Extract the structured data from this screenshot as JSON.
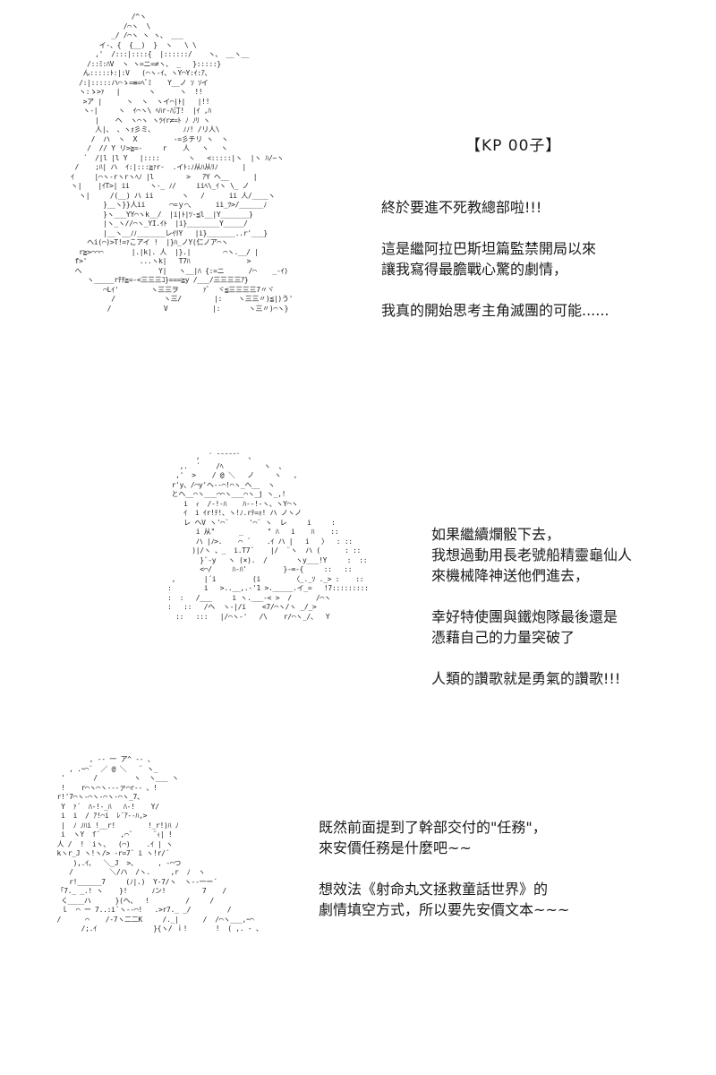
{
  "panel1": {
    "title": "【KP 00子】",
    "lines": [
      "終於要進不死教總部啦!!!",
      "這是繼阿拉巴斯坦篇監禁開局以來",
      "讓我寫得最膽戰心驚的劇情，",
      "我真的開始思考主角滅團的可能......"
    ]
  },
  "panel2": {
    "lines": [
      "如果繼續爛骰下去，",
      "我想過動用長老號船精靈龜仙人",
      "來機械降神送他們進去，",
      "幸好特使團與鐵炮隊最後還是",
      "憑藉自己的力量突破了",
      "人類的讚歌就是勇氣的讚歌!!!"
    ]
  },
  "panel3": {
    "lines": [
      "既然前面提到了幹部交付的\"任務\"，",
      "來安價任務是什麼吧~~",
      "想效法《射命丸文拯救童話世界》的",
      "劇情填空方式，所以要先安價文本~~~"
    ]
  },
  "ascii_art": {
    "art1": "                 /^ヽ\n               /⌒ヽ  \\\n            _/ /⌒ヽ ヽ ヽ、 ___\n         イ-、{  {__)  }  ヽ   \\ \\\n        ,'  /:::|::::{  |::::::/    ヽ、 __ヽ__\n      /::ﾐ:ﾊV  ヽ ヽ=ニ=≠ヽ、 _   }:::::}\n     ん:::::ﾄ:|:V   (⌒ヽ-ｲ、ヽY⌒Y:ｲ:ｱ、\n    /:|:::::ハ⌒ゝ=≡=ﾍﾞﾐ    Y__ノ ｿ ｿイ\n    ヽ:ゝ>ｧ   |       ヽ      ヽ  !!\n     >ア |      ヽ  ヽ  ヽイ⌒|ﾄ|   |!!\n     ヽ-|     ヽ  ｲ⌒ヽ\\ ﾍﾊr-ﾊ汀!  |ｲ ,ﾊ\n        |    ヘ  ヽ⌒ヽ ヽﾂｲr≠=ﾄ ﾉ ﾉﾘ ヽ\n        人|、 、ヽｫ彡ミ、       ﾉﾉ! /リ人\\\n       /  ハ  ヽ  X         -=彡チリ ヽ  ヽ\n      /  // Y リ>≧=-     r    人   ヽ   ヽ\n     ´  /|l |l Y   |::::       ヽ   <:::::|ヽ  |ヽ ﾊ/~ヽ\n   /    ;ﾊ| ハ  ｲ:|:::≧ｧr-  .イﾄ:ﾉ从ﾊ从ﾘﾉ      |\n  ｲ     |⌒ヽ-rヽrヽﾍﾉ |l        >   ｱY ヘ__      |\n  ヽ|    |ｲT>| ii     ヽ-_ ﾉ/     iiﾍ\\_ｲヽ \\_ ノ\n    ヽ|     /(__) ハ ii       ヽ   /      ii 人/____ヽ\n          }__ヽ}}人ii      ⌒=ｙ⌒、     ii_ﾂ>/______ﾉ\n          }ヽ___YY⌒ヽk__/  |i|ﾄ|ﾂ-≦l__|Y_______}\n          |ヽ_ヽ//⌒ヽ_YI.ｲﾄ  |i}________Y_____/\n          |__ヽ__ﾉﾉ_______レｲﾘY   |i}_______..r'___}\n      ヘi(⌒)>T!=ｧこアイ !  |}ﾊ_ノY(仁ノア⌒ヽ\n    r≧>⌒⌒⌒       |.|k|. 人  |}.|        ⌒ヽ.__/ |\n   f>'             ...ヽk|   T7ﾊ              >\n   へ                   Y|   ヽ__|ﾊ {:=ニ      /⌒    _-ｲ)\n      ヽ_____rﾁﾁ≧=-<三三三ｺ}===≧y /___/三三三三ｱ}\n          ⌒Lｲ'        ヽ三三ヲ      ｧﾞ  ヾ≦三三三三7〃ヾ\n            /            ヽ三/        |:    ヽ三三〃)≦|)う'\n           /             V           |:       ヽ三〃)⌒ヽ}",
    "art2": "             ,  ´ ̄ ̄ ̄ ̄ ̄ `  、\n         ,.  ´    /ﾍ          ヽ  、\n        ,'  >    / @ ＼   ノ     ヽ   ,\n       r'y、/⌒y'ヘ--⌒!⌒ヽ_ヘ__  ヽ\n       とヘ__⌒ヽ___⌒⌒ヽ___⌒ヽ_j ヽ_,!\n          i  ｨ  /-!-ﾊ    ﾊ--!-ヽ、ヽY⌒ヽ\n          ｲ  i ｲr!ﾃ!、ヽ!ﾉ.rﾃ=ｫ! ハ ノヽノ\n          レ ヘV ヽ'⌒¨     '⌒¨ ヽ  レ     i     :\n             i 从\"      _      \" ﾊ   i    ﾊ    ::\n             ハ |ﾉ>.    ⌒ ´    .ｲ ハ |   i   〉  : ::\n            )|/ヽ 、_  i.T7¨    |/  ¨ヽ  ハ (      : ::\n              }¨-y   ヽ (×).  /       ヽy___!Y     :  ::\n              <⌒/     ﾊ-ﾊ'         }-∞-{     ::   ::\n       ,       |´i         (i        〈_._ｿ ._> :    ::\n      :        i   >..__,.-'1 >._____.イ_=   !7:::::::::\n      :  :   /___     i ヽ.___-< >  /      /⌒ヽ\n      :   ::   /ヘ  ヽ-|/i    <7/⌒ヽ/ヽ _/_>\n        ::   :::   |/⌒ヽ-'   /\\    r/⌒ヽ_/、  Y",
    "art3": "           , -- 一 ア^ -- 、\n      , .ｰ⌒¨  ／ @ ＼   ¨ ヽ_\n    '       /         ヽ  ヽ___ ヽ\n    !    r⌒ヽ⌒ヽ---ァ⌒r-- 、!\n   r!'7⌒ヽ-⌒ヽ-⌒ヽ-⌒ヽ_7、\n    Y  ｧ´  ﾊ-!-_ﾊ   ﾊ-!    Y/\n    i  i  / ｱ!⌒i  ﾚ´ｱ--ﾊ,>\n    |  ﾉ ﾉﾊi !__r!        !_r!)ﾊ ﾉ\n    i  ヽY  ſ¨     ,⌒¨     ¨ｨ| !\n   人 /  !  iヽ、  (⌒)    .ｲ | ヽ\n   kヽr_J ヽ!ヽ/> -r=7¨ i ヽ!r/´\n       ),.ｲ、  ＼_J  >、     , -⌒つ\n      /         ＼/ハ  /ヽ.     ,r  ﾉ  ヽ\n      r!______7     (ﾉ|.)  Y-7/ヽ  ヽ--一ー´\n   「7._ _.! ヽ    }!      ﾉン!         7    /\n    く____ハ      }(ヘ、  !         /     /\n    ｌ  ⌒ ー 7..:i¨ヽ--⌒!   .>r7._ _/         /\n   /      ⌒    /-7ヽ二二K     /._|      /  /⌒ヽ___,ｰ⌒\n         /;.ｲ              }{ヽ/ ｉ!       !  ( ,. - 、"
  }
}
